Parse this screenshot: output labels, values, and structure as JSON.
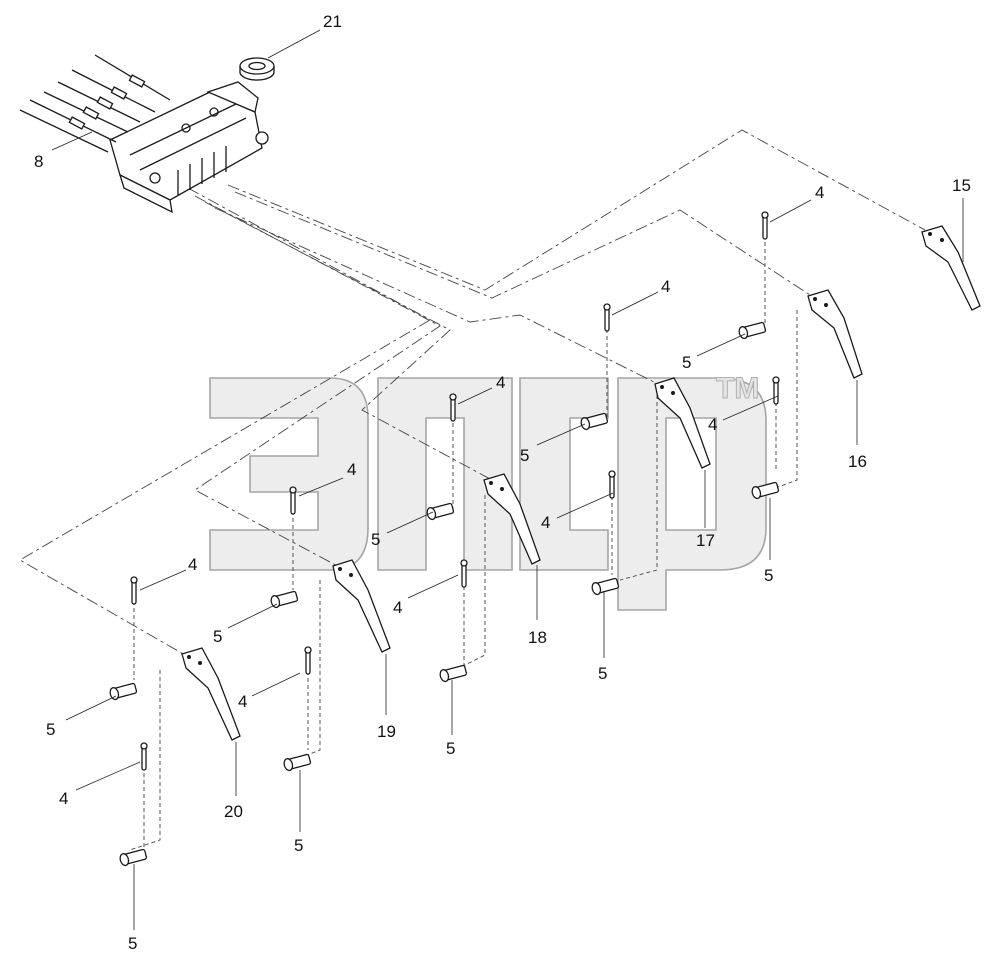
{
  "watermark": {
    "tm": "TM"
  },
  "callouts": {
    "p21": "21",
    "p8": "8",
    "p15": "15",
    "p16": "16",
    "p17": "17",
    "p18": "18",
    "p19": "19",
    "p20": "20",
    "p4": "4",
    "p5": "5"
  },
  "icons": {
    "valve": "control-valve-icon",
    "cap": "cap-icon",
    "lever": "lever-icon",
    "pin": "clevis-pin-icon",
    "cotter": "cotter-pin-icon"
  }
}
